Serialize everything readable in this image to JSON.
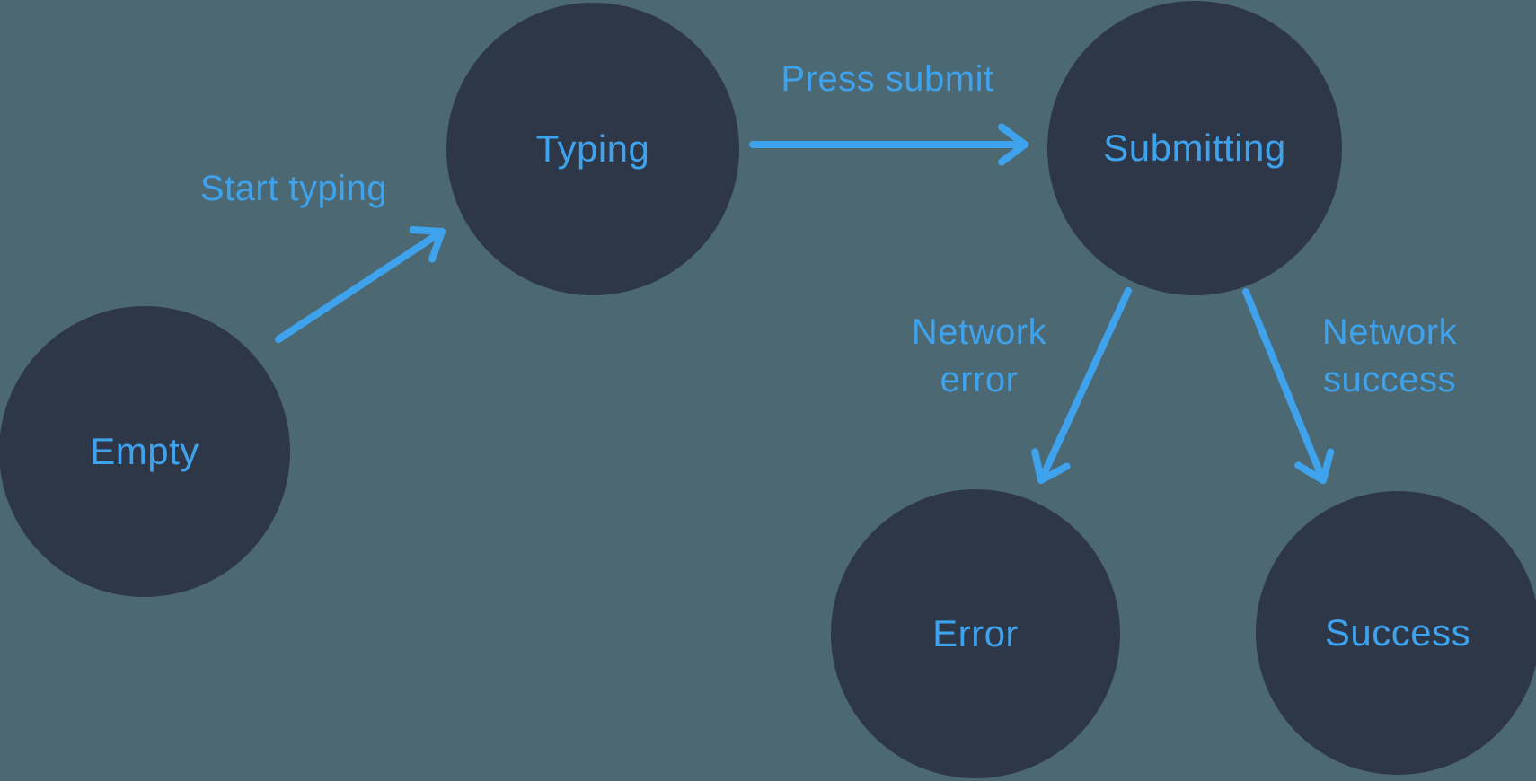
{
  "diagram": {
    "type": "state-machine",
    "colors": {
      "background": "#4c6872",
      "node_fill": "#2d3748",
      "accent": "#3fa2ec"
    },
    "states": [
      {
        "id": "empty",
        "label": "Empty"
      },
      {
        "id": "typing",
        "label": "Typing"
      },
      {
        "id": "submitting",
        "label": "Submitting"
      },
      {
        "id": "error",
        "label": "Error"
      },
      {
        "id": "success",
        "label": "Success"
      }
    ],
    "transitions": [
      {
        "from": "empty",
        "to": "typing",
        "label": "Start typing"
      },
      {
        "from": "typing",
        "to": "submitting",
        "label": "Press submit"
      },
      {
        "from": "submitting",
        "to": "error",
        "label": "Network error"
      },
      {
        "from": "submitting",
        "to": "success",
        "label": "Network success"
      }
    ]
  }
}
